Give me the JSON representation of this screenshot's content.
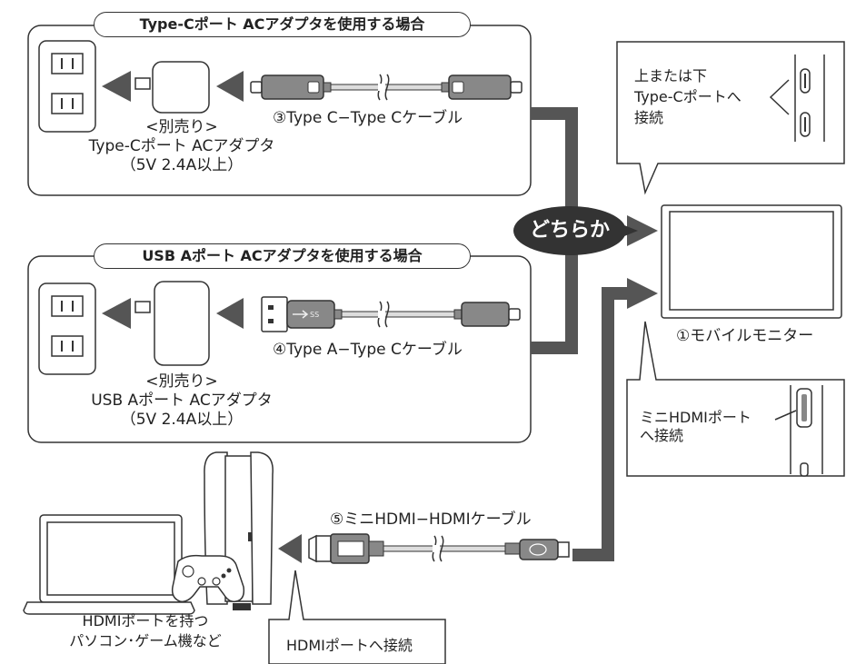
{
  "typec_section": {
    "title": "Type-Cポート ACアダプタを使用する場合",
    "cable_label": "③Type C−Type Cケーブル",
    "adapter_label": [
      "<別売り>",
      "Type-Cポート ACアダプタ",
      "（5V 2.4A以上）"
    ]
  },
  "usba_section": {
    "title": "USB Aポート ACアダプタを使用する場合",
    "cable_label": "④Type A−Type Cケーブル",
    "adapter_label": [
      "<別売り>",
      "USB Aポート ACアダプタ",
      "（5V 2.4A以上）"
    ]
  },
  "either_badge": "どちらか",
  "monitor": {
    "label": "①モバイルモニター",
    "typec_callout": [
      "上または下",
      "Type-Cポートへ",
      "接続"
    ],
    "hdmi_callout": [
      "ミニHDMIポート",
      "へ接続"
    ]
  },
  "hdmi_cable_label": "⑤ミニHDMI−HDMIケーブル",
  "source_device_label": [
    "HDMIポートを持つ",
    "パソコン･ゲーム機など"
  ],
  "hdmi_port_callout": "HDMIポートへ接続",
  "usb_logo_text": "SS",
  "colors": {
    "arrow": "#555555",
    "connector": "#888888",
    "badge": "#333333",
    "line": "#333333"
  }
}
